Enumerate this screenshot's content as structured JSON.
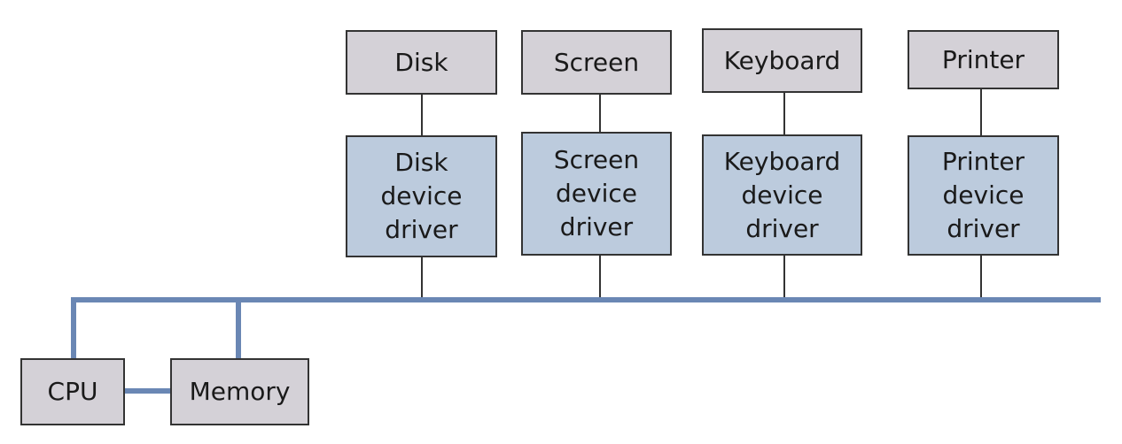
{
  "colors": {
    "device_fill": "#d4d1d7",
    "driver_fill": "#bccbdd",
    "bus": "#6a87b4",
    "connector": "#333333",
    "border": "#333333"
  },
  "devices": [
    {
      "label": "Disk"
    },
    {
      "label": "Screen"
    },
    {
      "label": "Keyboard"
    },
    {
      "label": "Printer"
    }
  ],
  "drivers": [
    {
      "label": "Disk\ndevice\ndriver"
    },
    {
      "label": "Screen\ndevice\ndriver"
    },
    {
      "label": "Keyboard\ndevice\ndriver"
    },
    {
      "label": "Printer\ndevice\ndriver"
    }
  ],
  "cpu": {
    "label": "CPU"
  },
  "memory": {
    "label": "Memory"
  }
}
